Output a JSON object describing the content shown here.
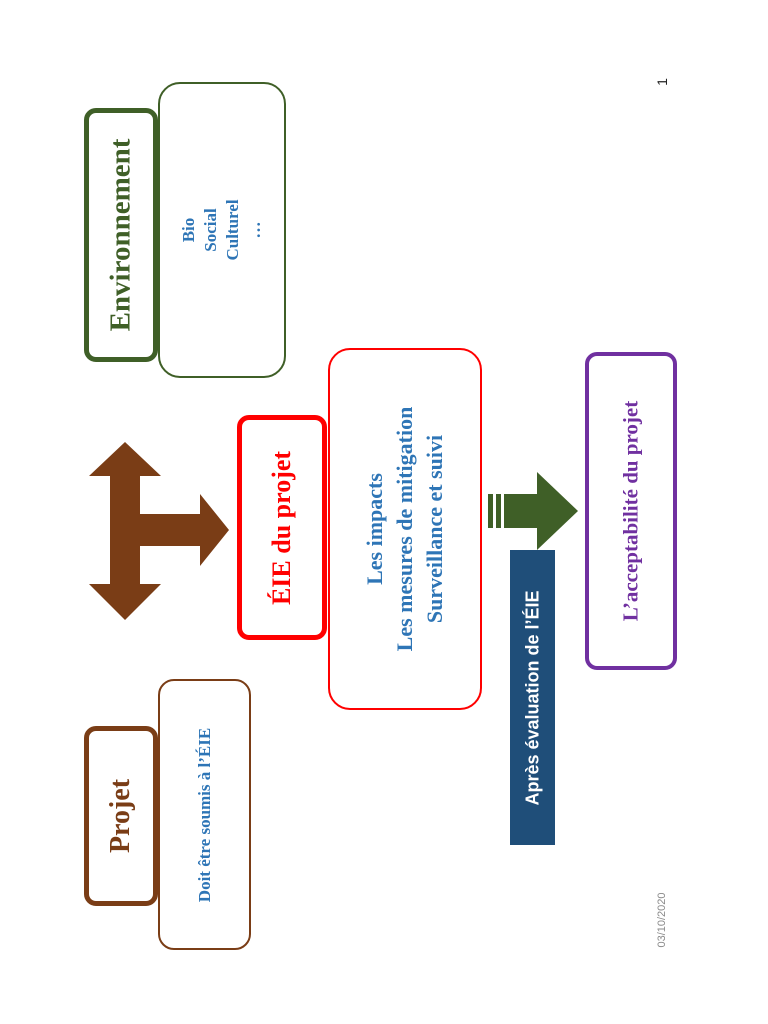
{
  "slide": {
    "page_number": "1",
    "date": "03/10/2020"
  },
  "environnement": {
    "title": "Environnement",
    "items": [
      "Bio",
      "Social",
      "Culturel",
      "…"
    ]
  },
  "projet": {
    "title": "Projet",
    "subtitle": "Doit être soumis à l’ÉIE"
  },
  "eie": {
    "title": "ÉIE du projet",
    "items": [
      "Les impacts",
      "Les mesures de mitigation",
      "Surveillance et suivi"
    ]
  },
  "apres": {
    "label": "Après évaluation de l’ÉIE"
  },
  "acceptabilite": {
    "title": "L’acceptabilité du projet"
  },
  "colors": {
    "brown": "#7a3d16",
    "green": "#3f5f27",
    "red": "#ff0000",
    "blue": "#2e75b6",
    "navy": "#1f4e79",
    "purple": "#7030a0"
  }
}
